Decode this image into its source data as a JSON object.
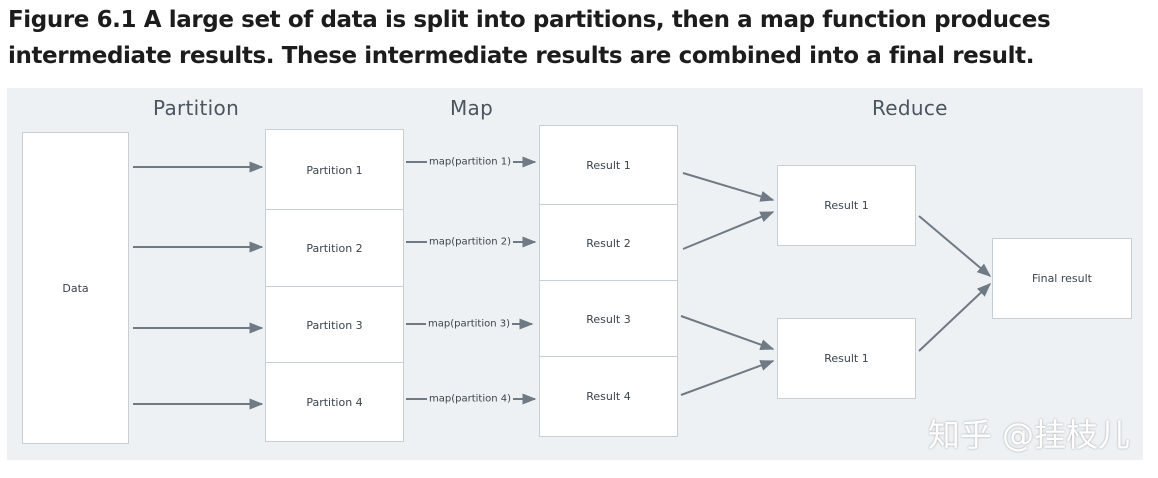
{
  "caption": {
    "line1": "Figure 6.1 A large set of data is split into partitions, then a map function produces",
    "line2": "intermediate results. These intermediate results are combined into a final result."
  },
  "headers": {
    "partition": "Partition",
    "map": "Map",
    "reduce": "Reduce"
  },
  "data_box": "Data",
  "partitions": [
    "Partition 1",
    "Partition 2",
    "Partition 3",
    "Partition 4"
  ],
  "map_labels": [
    "map(partition 1)",
    "map(partition 2)",
    "map(partition 3)",
    "map(partition 4)"
  ],
  "results": [
    "Result 1",
    "Result 2",
    "Result 3",
    "Result 4"
  ],
  "reduce_results": [
    "Result 1",
    "Result 1"
  ],
  "final_result": "Final result",
  "watermark": "知乎 @挂枝儿",
  "colors": {
    "panel": "#eef1f4",
    "arrow": "#6f7a84",
    "border": "#c7ced4"
  }
}
